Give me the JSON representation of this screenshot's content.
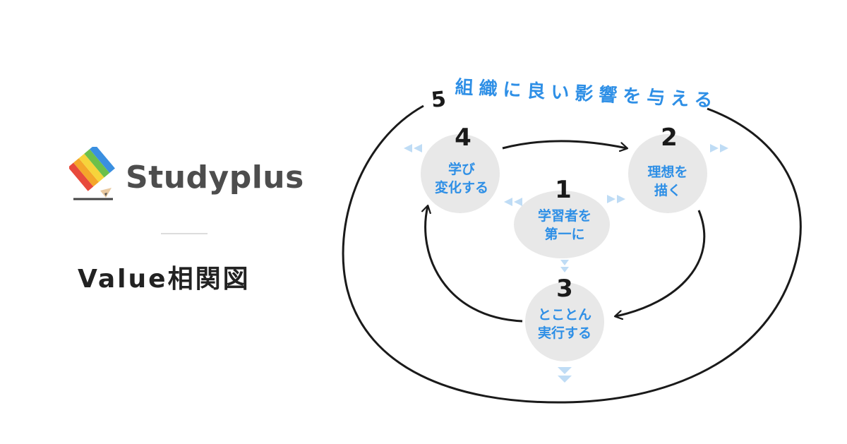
{
  "brand": {
    "name": "Studyplus",
    "logo_icon": "pencil-stripes-icon",
    "text_color": "#4d4d4d"
  },
  "subtitle": "Value相関図",
  "colors": {
    "accent": "#2e8fe6",
    "node_fill": "#e8e8e8",
    "stroke": "#1a1a1a",
    "chevron": "#bfdcf5"
  },
  "outer_value": {
    "number": "5",
    "label": "組織に良い影響を与える"
  },
  "nodes": [
    {
      "number": "1",
      "line1": "学習者を",
      "line2": "第一に"
    },
    {
      "number": "2",
      "line1": "理想を",
      "line2": "描く"
    },
    {
      "number": "3",
      "line1": "とことん",
      "line2": "実行する"
    },
    {
      "number": "4",
      "line1": "学び",
      "line2": "変化する"
    }
  ]
}
